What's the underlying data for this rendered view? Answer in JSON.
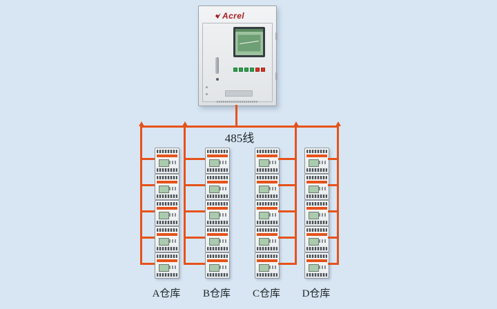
{
  "colors": {
    "page-bg": "#d8e6f3",
    "wire": "#e6521b",
    "brand-red": "#a81e23",
    "lcd-green": "#9cc39e",
    "button-green": "#2ea04c",
    "button-red": "#d63227",
    "label-text": "#1f2428"
  },
  "cabinet": {
    "brand": "Acrel"
  },
  "bus": {
    "label": "485线"
  },
  "warehouses": [
    {
      "label": "A仓库",
      "devices": 5
    },
    {
      "label": "B仓库",
      "devices": 5
    },
    {
      "label": "C仓库",
      "devices": 5
    },
    {
      "label": "D仓库",
      "devices": 5
    }
  ]
}
